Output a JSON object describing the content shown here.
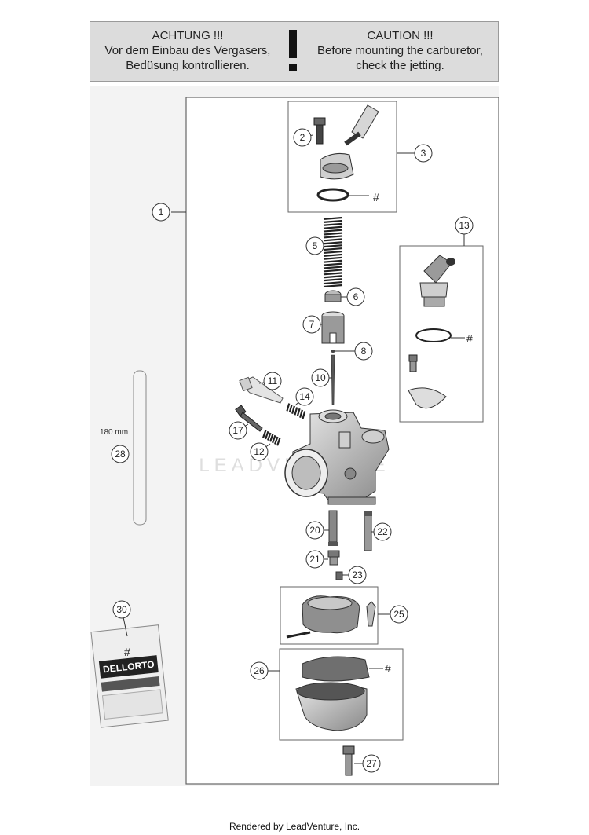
{
  "warning": {
    "german": [
      "ACHTUNG !!!",
      "Vor dem Einbau des Vergasers,",
      "Bedüsung kontrollieren."
    ],
    "english": [
      "CAUTION !!!",
      "Before mounting the carburetor,",
      "check the jetting."
    ]
  },
  "callouts": {
    "c1": "1",
    "c2": "2",
    "c3": "3",
    "c5": "5",
    "c6": "6",
    "c7": "7",
    "c8": "8",
    "c10": "10",
    "c11": "11",
    "c12": "12",
    "c13": "13",
    "c14": "14",
    "c17": "17",
    "c20": "20",
    "c21": "21",
    "c22": "22",
    "c23": "23",
    "c25": "25",
    "c26": "26",
    "c27": "27",
    "c28": "28",
    "c30": "30"
  },
  "hash_marks": [
    "#",
    "#",
    "#",
    "#"
  ],
  "hose_length": "180 mm",
  "bag_brand": "DELLORTO",
  "watermark": "LEADVENTURE",
  "footer": "Rendered by LeadVenture, Inc."
}
